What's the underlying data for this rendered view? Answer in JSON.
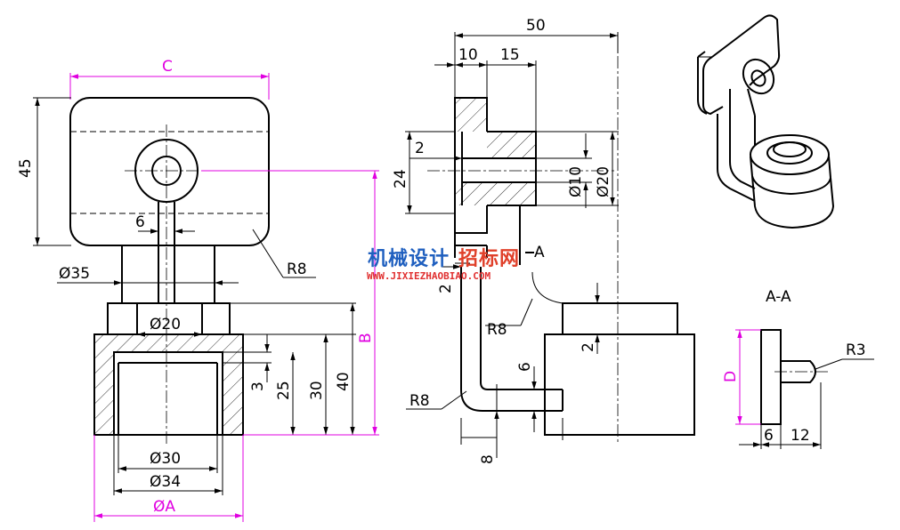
{
  "front_view": {
    "dim_c": "C",
    "dim_45": "45",
    "dim_6": "6",
    "dim_r8": "R8",
    "dim_d35": "Ø35",
    "dim_d20": "Ø20",
    "dim_3": "3",
    "dim_25": "25",
    "dim_30": "30",
    "dim_40": "40",
    "dim_b": "B",
    "dim_d30": "Ø30",
    "dim_d34": "Ø34",
    "dim_da": "ØA"
  },
  "side_view": {
    "dim_50": "50",
    "dim_10": "10",
    "dim_15": "15",
    "dim_2a": "2",
    "dim_24": "24",
    "dim_d10": "Ø10",
    "dim_d20": "Ø20",
    "dim_2b": "2",
    "dim_r8a": "R8",
    "dim_2c": "2",
    "dim_6": "6",
    "dim_r8b": "R8",
    "dim_8": "8",
    "section_mark": "A"
  },
  "section_view": {
    "title": "A-A",
    "dim_r3": "R3",
    "dim_d": "D",
    "dim_6": "6",
    "dim_12": "12"
  },
  "watermark": {
    "cn_blue": "机械设计",
    "cn_red": "招标网",
    "url": "WWW.JIXIEZHAOBIAO.COM"
  },
  "colors": {
    "line": "#000000",
    "dimension_highlight": "#e000e0",
    "watermark_blue": "#1f5fbf",
    "watermark_red": "#e03030"
  }
}
